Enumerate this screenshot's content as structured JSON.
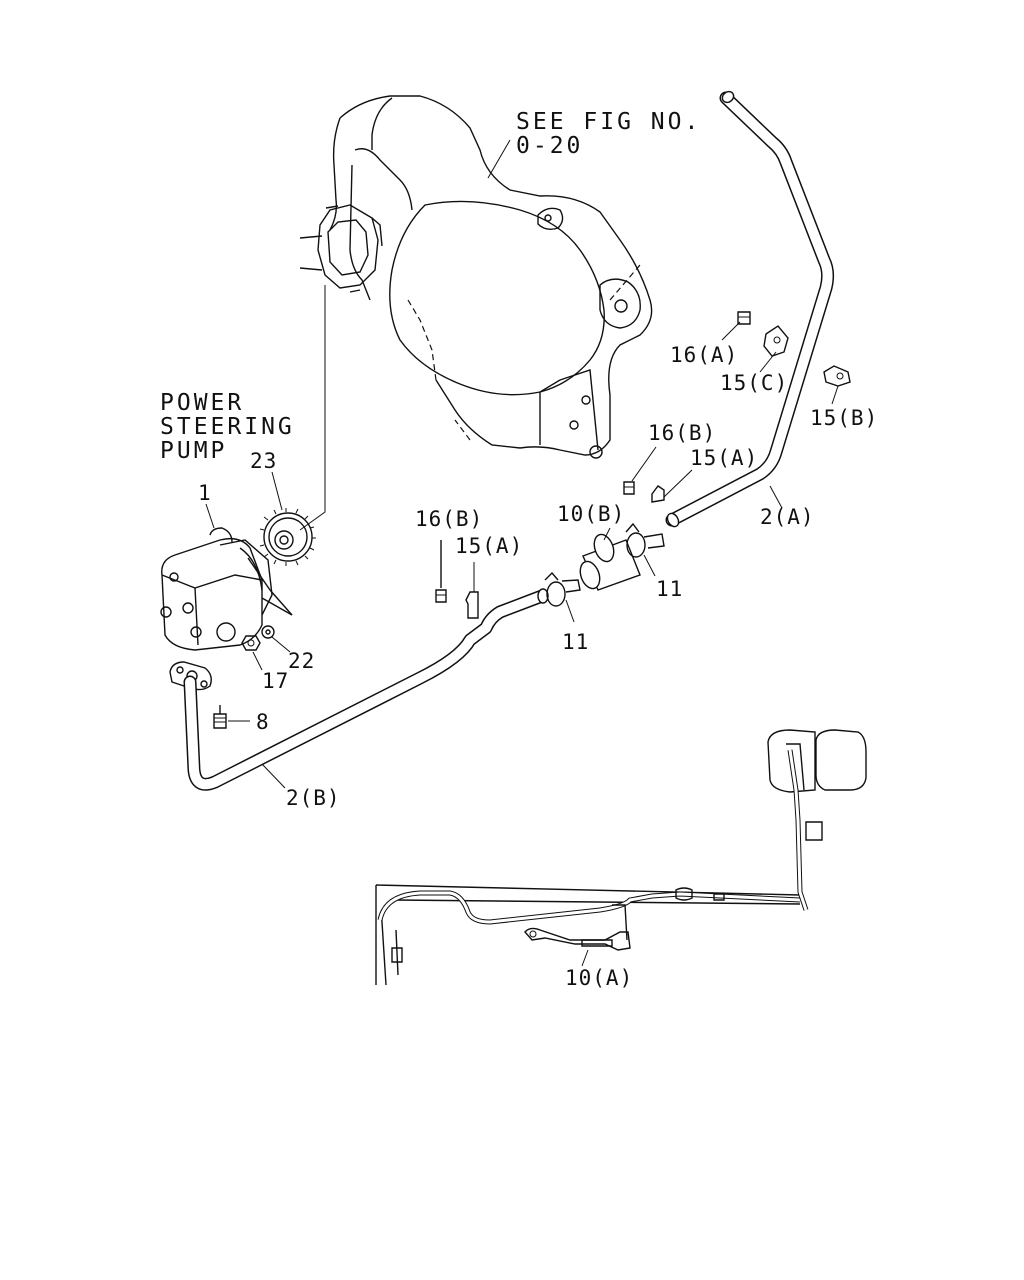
{
  "fig_ref": {
    "line1": "SEE FIG NO.",
    "line2": "0-20"
  },
  "pump_title": {
    "line1": "POWER",
    "line2": "STEERING",
    "line3": "PUMP"
  },
  "labels": {
    "p1": "1",
    "p23": "23",
    "p22": "22",
    "p17": "17",
    "p8": "8",
    "p2b": "2(B)",
    "p2a": "2(A)",
    "p16a": "16(A)",
    "p15c": "15(C)",
    "p15b": "15(B)",
    "p16b_right": "16(B)",
    "p15a_right": "15(A)",
    "p10b": "10(B)",
    "p11_right": "11",
    "p16b_left": "16(B)",
    "p15a_left": "15(A)",
    "p11_left": "11",
    "p10a": "10(A)"
  }
}
